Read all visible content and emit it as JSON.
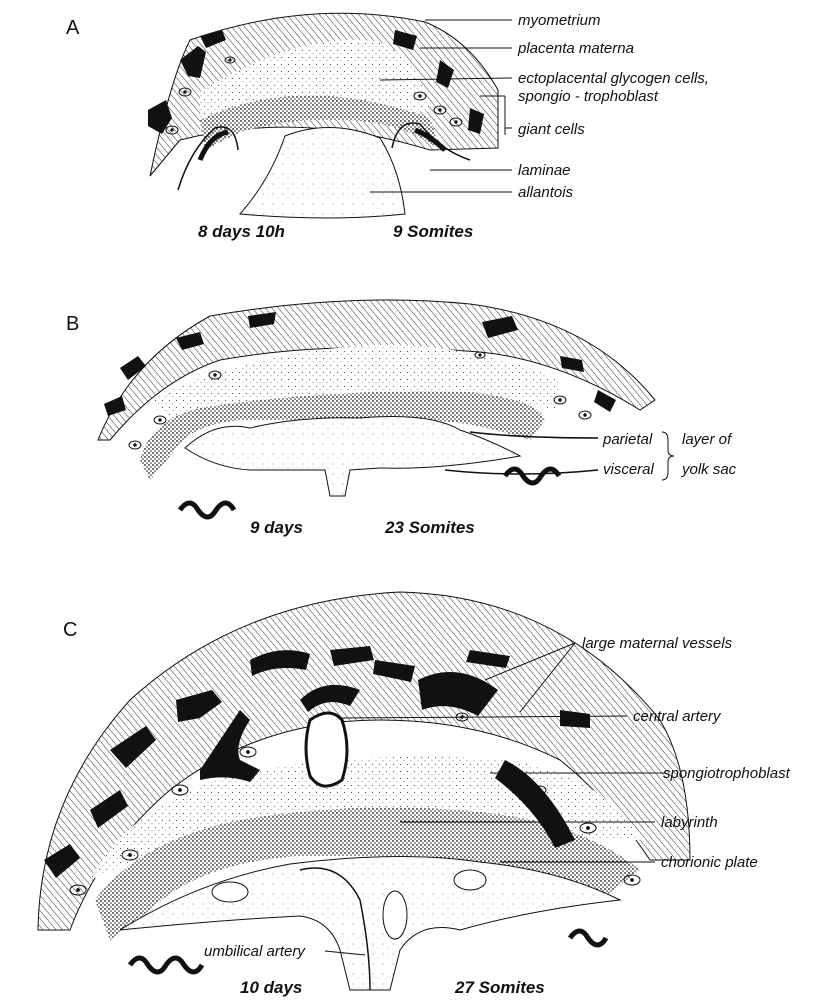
{
  "panels": {
    "A": {
      "letter": "A",
      "age": "8 days 10h",
      "somites": "9 Somites",
      "labels": {
        "myometrium": "myometrium",
        "placenta_materna": "placenta materna",
        "ectoplacental_1": "ectoplacental glycogen cells,",
        "ectoplacental_2": "spongio - trophoblast",
        "giant_cells": "giant cells",
        "laminae": "laminae",
        "allantois": "allantois"
      }
    },
    "B": {
      "letter": "B",
      "age": "9 days",
      "somites": "23 Somites",
      "labels": {
        "parietal": "parietal",
        "visceral": "visceral",
        "layer_of": "layer of",
        "yolk_sac": "yolk sac"
      }
    },
    "C": {
      "letter": "C",
      "age": "10 days",
      "somites": "27 Somites",
      "labels": {
        "large_maternal_vessels": "large maternal vessels",
        "central_artery": "central artery",
        "spongiotrophoblast": "spongiotrophoblast",
        "labyrinth": "labyrinth",
        "chorionic_plate": "chorionic plate",
        "umbilical_artery": "umbilical artery"
      }
    }
  }
}
